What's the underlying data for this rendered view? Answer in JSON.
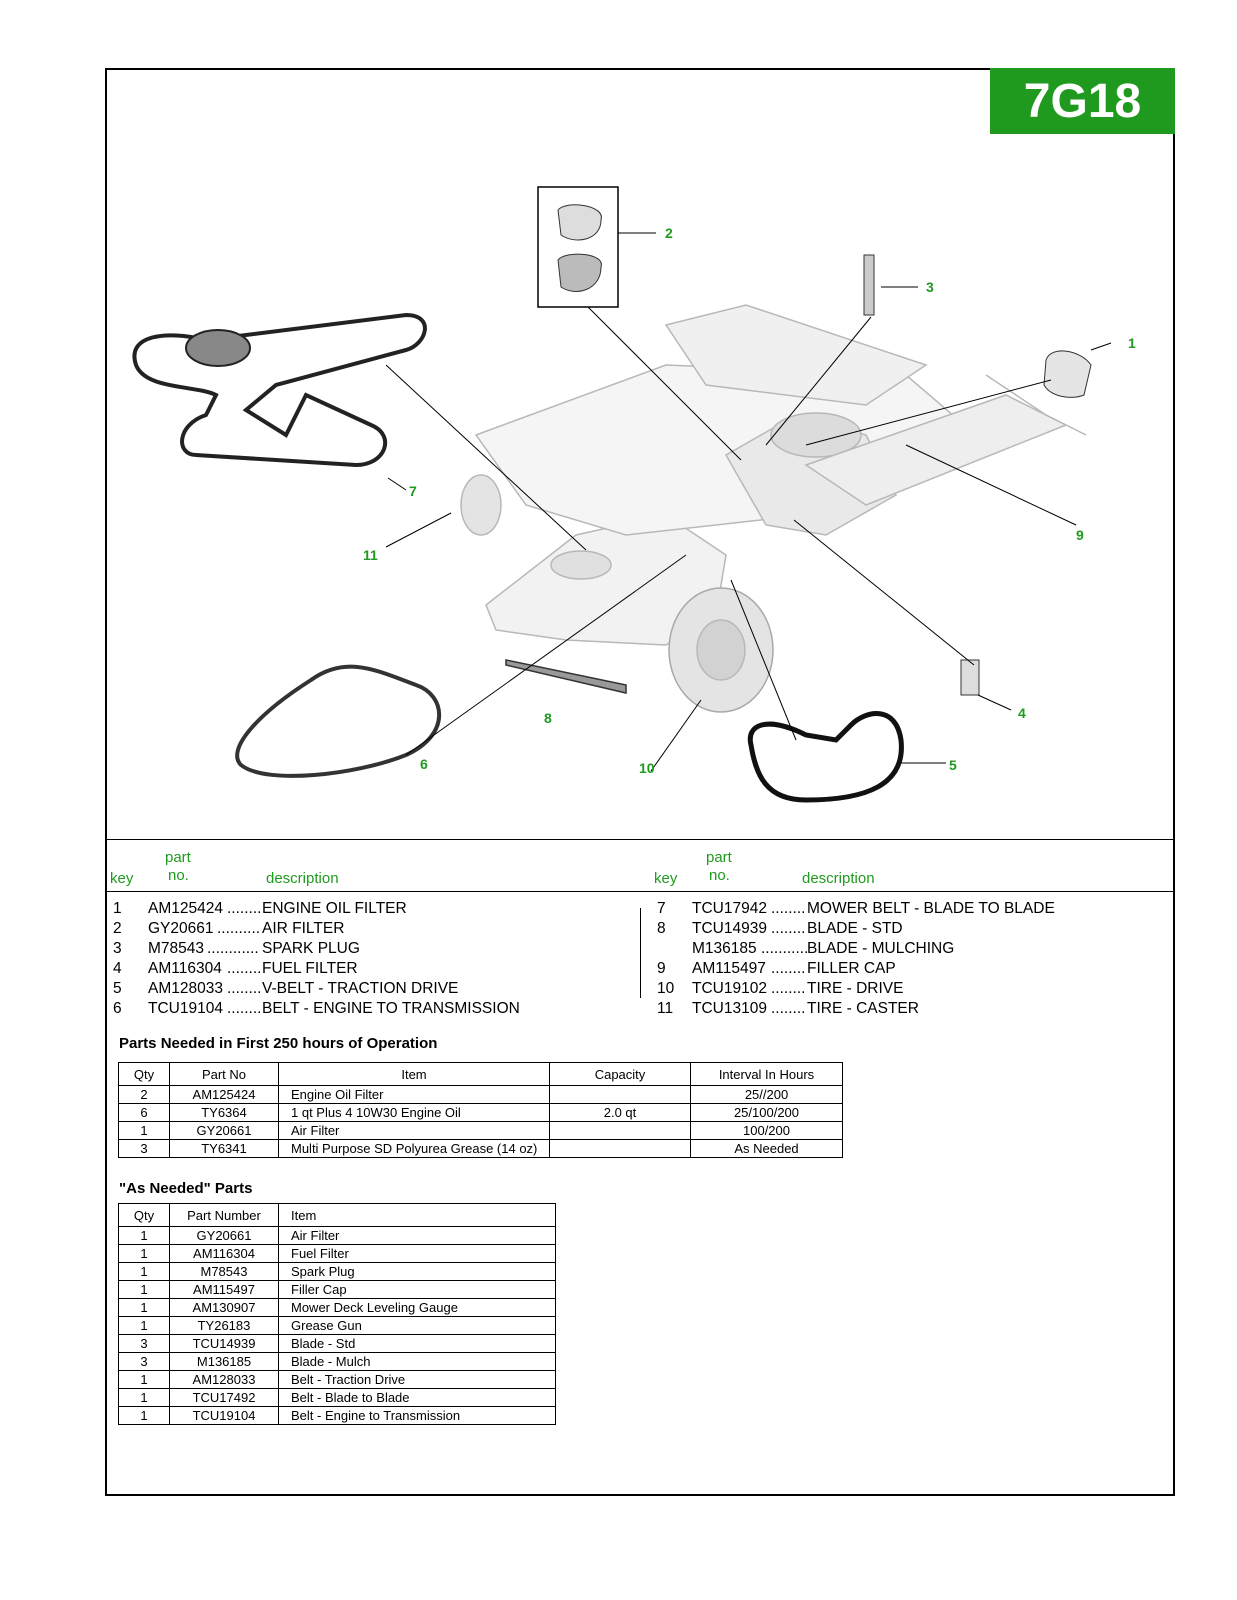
{
  "page_code": "7G18",
  "callouts": [
    "1",
    "2",
    "3",
    "4",
    "5",
    "6",
    "7",
    "8",
    "9",
    "10",
    "11"
  ],
  "list_header": {
    "key": "key",
    "part_no_line1": "part",
    "part_no_line2": "no.",
    "description": "description"
  },
  "parts_left": [
    {
      "key": "1",
      "part_no": "AM125424",
      "dots": "........",
      "description": "ENGINE OIL FILTER"
    },
    {
      "key": "2",
      "part_no": "GY20661",
      "dots": "..........",
      "description": "AIR FILTER"
    },
    {
      "key": "3",
      "part_no": "M78543",
      "dots": "............",
      "description": "SPARK PLUG"
    },
    {
      "key": "4",
      "part_no": "AM116304",
      "dots": "........",
      "description": "FUEL FILTER"
    },
    {
      "key": "5",
      "part_no": "AM128033",
      "dots": "........",
      "description": "V-BELT - TRACTION DRIVE"
    },
    {
      "key": "6",
      "part_no": "TCU19104",
      "dots": "........",
      "description": "BELT - ENGINE TO TRANSMISSION"
    }
  ],
  "parts_right": [
    {
      "key": "7",
      "part_no": "TCU17942",
      "dots": "........",
      "description": "MOWER BELT - BLADE TO BLADE"
    },
    {
      "key": "8",
      "part_no": "TCU14939",
      "dots": "........",
      "description": "BLADE - STD"
    },
    {
      "key": "",
      "part_no": "M136185",
      "dots": "...........",
      "description": "BLADE - MULCHING"
    },
    {
      "key": "9",
      "part_no": "AM115497",
      "dots": "........",
      "description": "FILLER CAP"
    },
    {
      "key": "10",
      "part_no": "TCU19102",
      "dots": "........",
      "description": "TIRE - DRIVE"
    },
    {
      "key": "11",
      "part_no": "TCU13109",
      "dots": "........",
      "description": "TIRE - CASTER"
    }
  ],
  "first250": {
    "title": "Parts Needed in First 250 hours of Operation",
    "headers": [
      "Qty",
      "Part No",
      "Item",
      "Capacity",
      "Interval In Hours"
    ],
    "rows": [
      [
        "2",
        "AM125424",
        "Engine Oil Filter",
        "",
        "25//200"
      ],
      [
        "6",
        "TY6364",
        "1 qt Plus 4 10W30 Engine Oil",
        "2.0 qt",
        "25/100/200"
      ],
      [
        "1",
        "GY20661",
        "Air Filter",
        "",
        "100/200"
      ],
      [
        "3",
        "TY6341",
        "Multi Purpose SD Polyurea Grease (14 oz)",
        "",
        "As Needed"
      ]
    ]
  },
  "as_needed": {
    "title": "\"As Needed\" Parts",
    "headers": [
      "Qty",
      "Part Number",
      "Item"
    ],
    "rows": [
      [
        "1",
        "GY20661",
        "Air Filter"
      ],
      [
        "1",
        "AM116304",
        "Fuel Filter"
      ],
      [
        "1",
        "M78543",
        "Spark Plug"
      ],
      [
        "1",
        "AM115497",
        "Filler Cap"
      ],
      [
        "1",
        "AM130907",
        "Mower Deck Leveling Gauge"
      ],
      [
        "1",
        "TY26183",
        "Grease Gun"
      ],
      [
        "3",
        "TCU14939",
        "Blade - Std"
      ],
      [
        "3",
        "M136185",
        "Blade - Mulch"
      ],
      [
        "1",
        "AM128033",
        "Belt - Traction Drive"
      ],
      [
        "1",
        "TCU17492",
        "Belt - Blade to Blade"
      ],
      [
        "1",
        "TCU19104",
        "Belt - Engine to Transmission"
      ]
    ]
  },
  "colors": {
    "accent": "#1f9a1f",
    "line": "#000000",
    "drawing": "#bdbdbd"
  }
}
